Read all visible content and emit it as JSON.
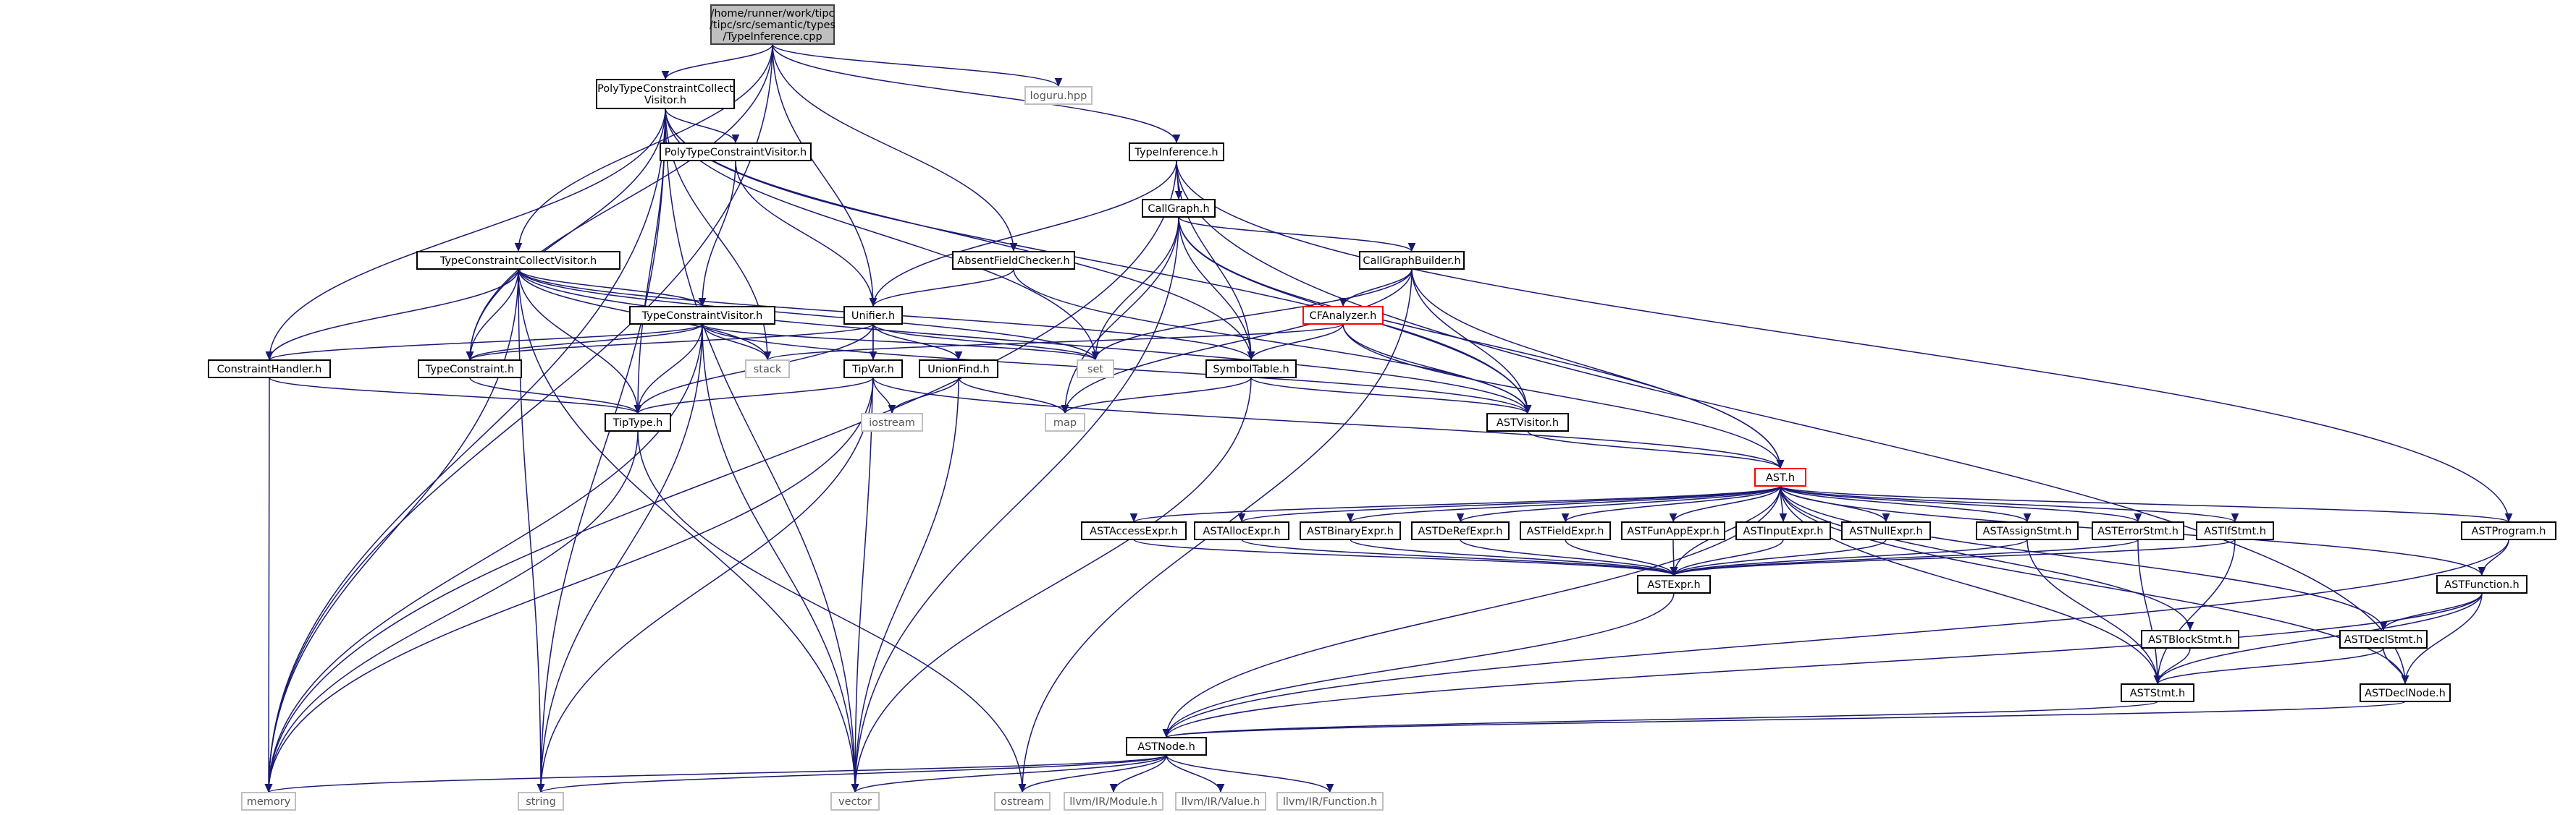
{
  "colors": {
    "edge": "#191970",
    "node_border": "#000000",
    "root_fill": "#bfbfbf",
    "external_border": "#bfbfbf",
    "truncated_border": "#ff0000"
  },
  "nodes": {
    "root": [
      "/home/runner/work/tipc",
      "/tipc/src/semantic/types",
      "/TypeInference.cpp"
    ],
    "loguru": "loguru.hpp",
    "polyCollect": [
      "PolyTypeConstraintCollect",
      "Visitor.h"
    ],
    "typeInference": "TypeInference.h",
    "polyVisitor": "PolyTypeConstraintVisitor.h",
    "callGraph": "CallGraph.h",
    "absentField": "AbsentFieldChecker.h",
    "callGraphBuilder": "CallGraphBuilder.h",
    "collectVisitor": "TypeConstraintCollectVisitor.h",
    "constraintVisitor": "TypeConstraintVisitor.h",
    "unifier": "Unifier.h",
    "cfAnalyzer": "CFAnalyzer.h",
    "stack": "stack",
    "set": "set",
    "constraintHandler": "ConstraintHandler.h",
    "typeConstraint": "TypeConstraint.h",
    "tipVar": "TipVar.h",
    "unionFind": "UnionFind.h",
    "symbolTable": "SymbolTable.h",
    "tipType": "TipType.h",
    "iostream": "iostream",
    "map": "map",
    "astVisitor": "ASTVisitor.h",
    "ast": "AST.h",
    "accessExpr": "ASTAccessExpr.h",
    "allocExpr": "ASTAllocExpr.h",
    "binaryExpr": "ASTBinaryExpr.h",
    "derefExpr": "ASTDeRefExpr.h",
    "fieldExpr": "ASTFieldExpr.h",
    "funAppExpr": "ASTFunAppExpr.h",
    "inputExpr": "ASTInputExpr.h",
    "nullExpr": "ASTNullExpr.h",
    "assignStmt": "ASTAssignStmt.h",
    "errorStmt": "ASTErrorStmt.h",
    "ifStmt": "ASTIfStmt.h",
    "program": "ASTProgram.h",
    "expr": "ASTExpr.h",
    "function": "ASTFunction.h",
    "blockStmt": "ASTBlockStmt.h",
    "declStmt": "ASTDeclStmt.h",
    "stmt": "ASTStmt.h",
    "declNode": "ASTDeclNode.h",
    "node": "ASTNode.h",
    "memory": "memory",
    "string": "string",
    "vector": "vector",
    "ostream": "ostream",
    "llvmModule": "llvm/IR/Module.h",
    "llvmValue": "llvm/IR/Value.h",
    "llvmFunction": "llvm/IR/Function.h"
  }
}
